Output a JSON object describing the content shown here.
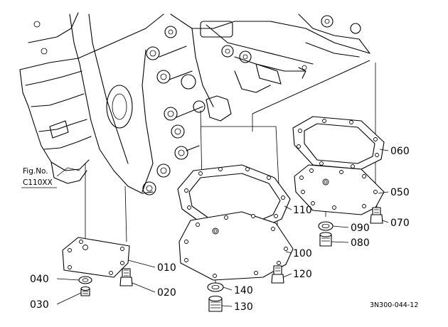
{
  "figure_ref": {
    "line1": "Fig.No.",
    "line2": "C110XX"
  },
  "drawing_code": "3N300-044-12",
  "parts": [
    {
      "id": "p010",
      "label": "010"
    },
    {
      "id": "p020",
      "label": "020"
    },
    {
      "id": "p030",
      "label": "030"
    },
    {
      "id": "p040",
      "label": "040"
    },
    {
      "id": "p050",
      "label": "050"
    },
    {
      "id": "p060",
      "label": "060"
    },
    {
      "id": "p070",
      "label": "070"
    },
    {
      "id": "p080",
      "label": "080"
    },
    {
      "id": "p090",
      "label": "090"
    },
    {
      "id": "p100",
      "label": "100"
    },
    {
      "id": "p110",
      "label": "110"
    },
    {
      "id": "p120",
      "label": "120"
    },
    {
      "id": "p130",
      "label": "130"
    },
    {
      "id": "p140",
      "label": "140"
    }
  ]
}
